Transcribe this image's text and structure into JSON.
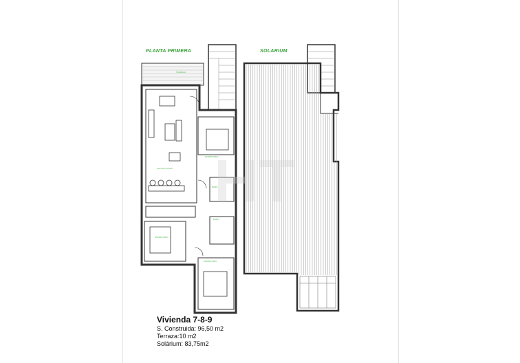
{
  "plan": {
    "floor_title": "PLANTA PRIMERA",
    "solarium_title": "SOLARIUM"
  },
  "info": {
    "name": "Vivienda 7-8-9",
    "built": "S. Construida: 96,50 m2",
    "terrace": "Terraza:10 m2",
    "solarium": "Solárium: 83,75m2"
  },
  "colors": {
    "title_green": "#3aa33a",
    "room_label_green": "#4db84d",
    "wall": "#333333"
  }
}
